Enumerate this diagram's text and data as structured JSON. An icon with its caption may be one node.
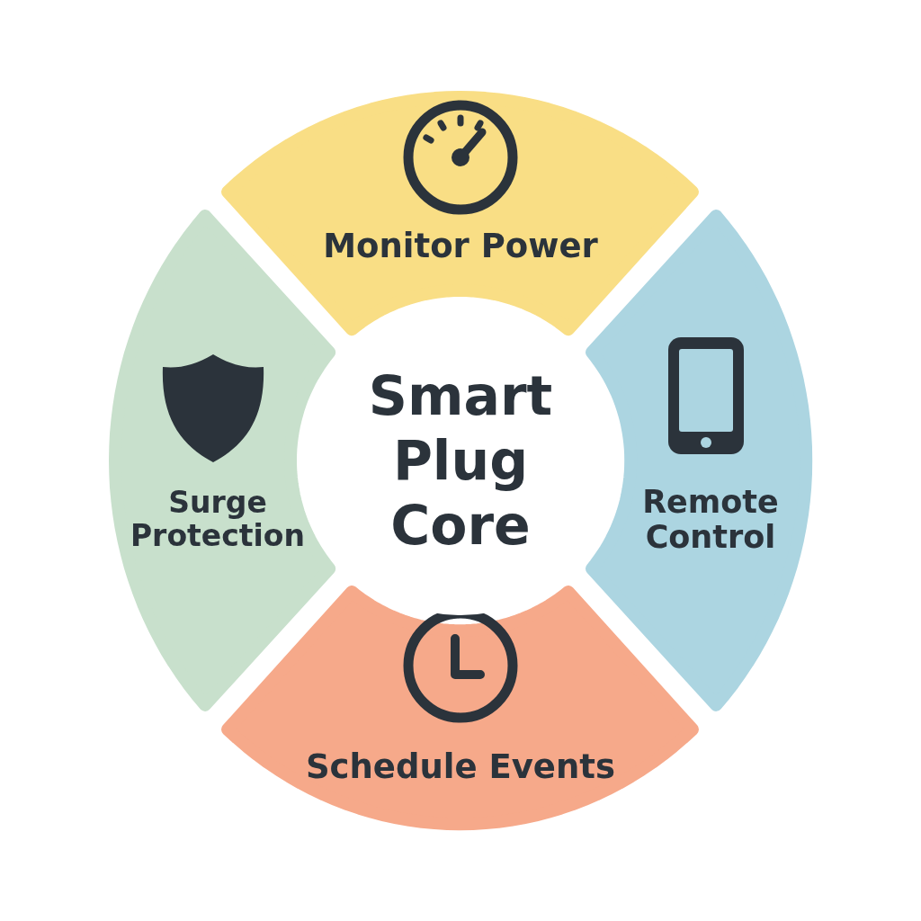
{
  "diagram": {
    "nodes": [
      {
        "text": [
          "Smart Plug Core"
        ]
      },
      {
        "text": [
          "Monitor Power"
        ]
      },
      {
        "text": [
          "Remote Control"
        ]
      },
      {
        "text": [
          "Schedule Events"
        ]
      },
      {
        "text": [
          "Surge Protection"
        ]
      }
    ]
  }
}
